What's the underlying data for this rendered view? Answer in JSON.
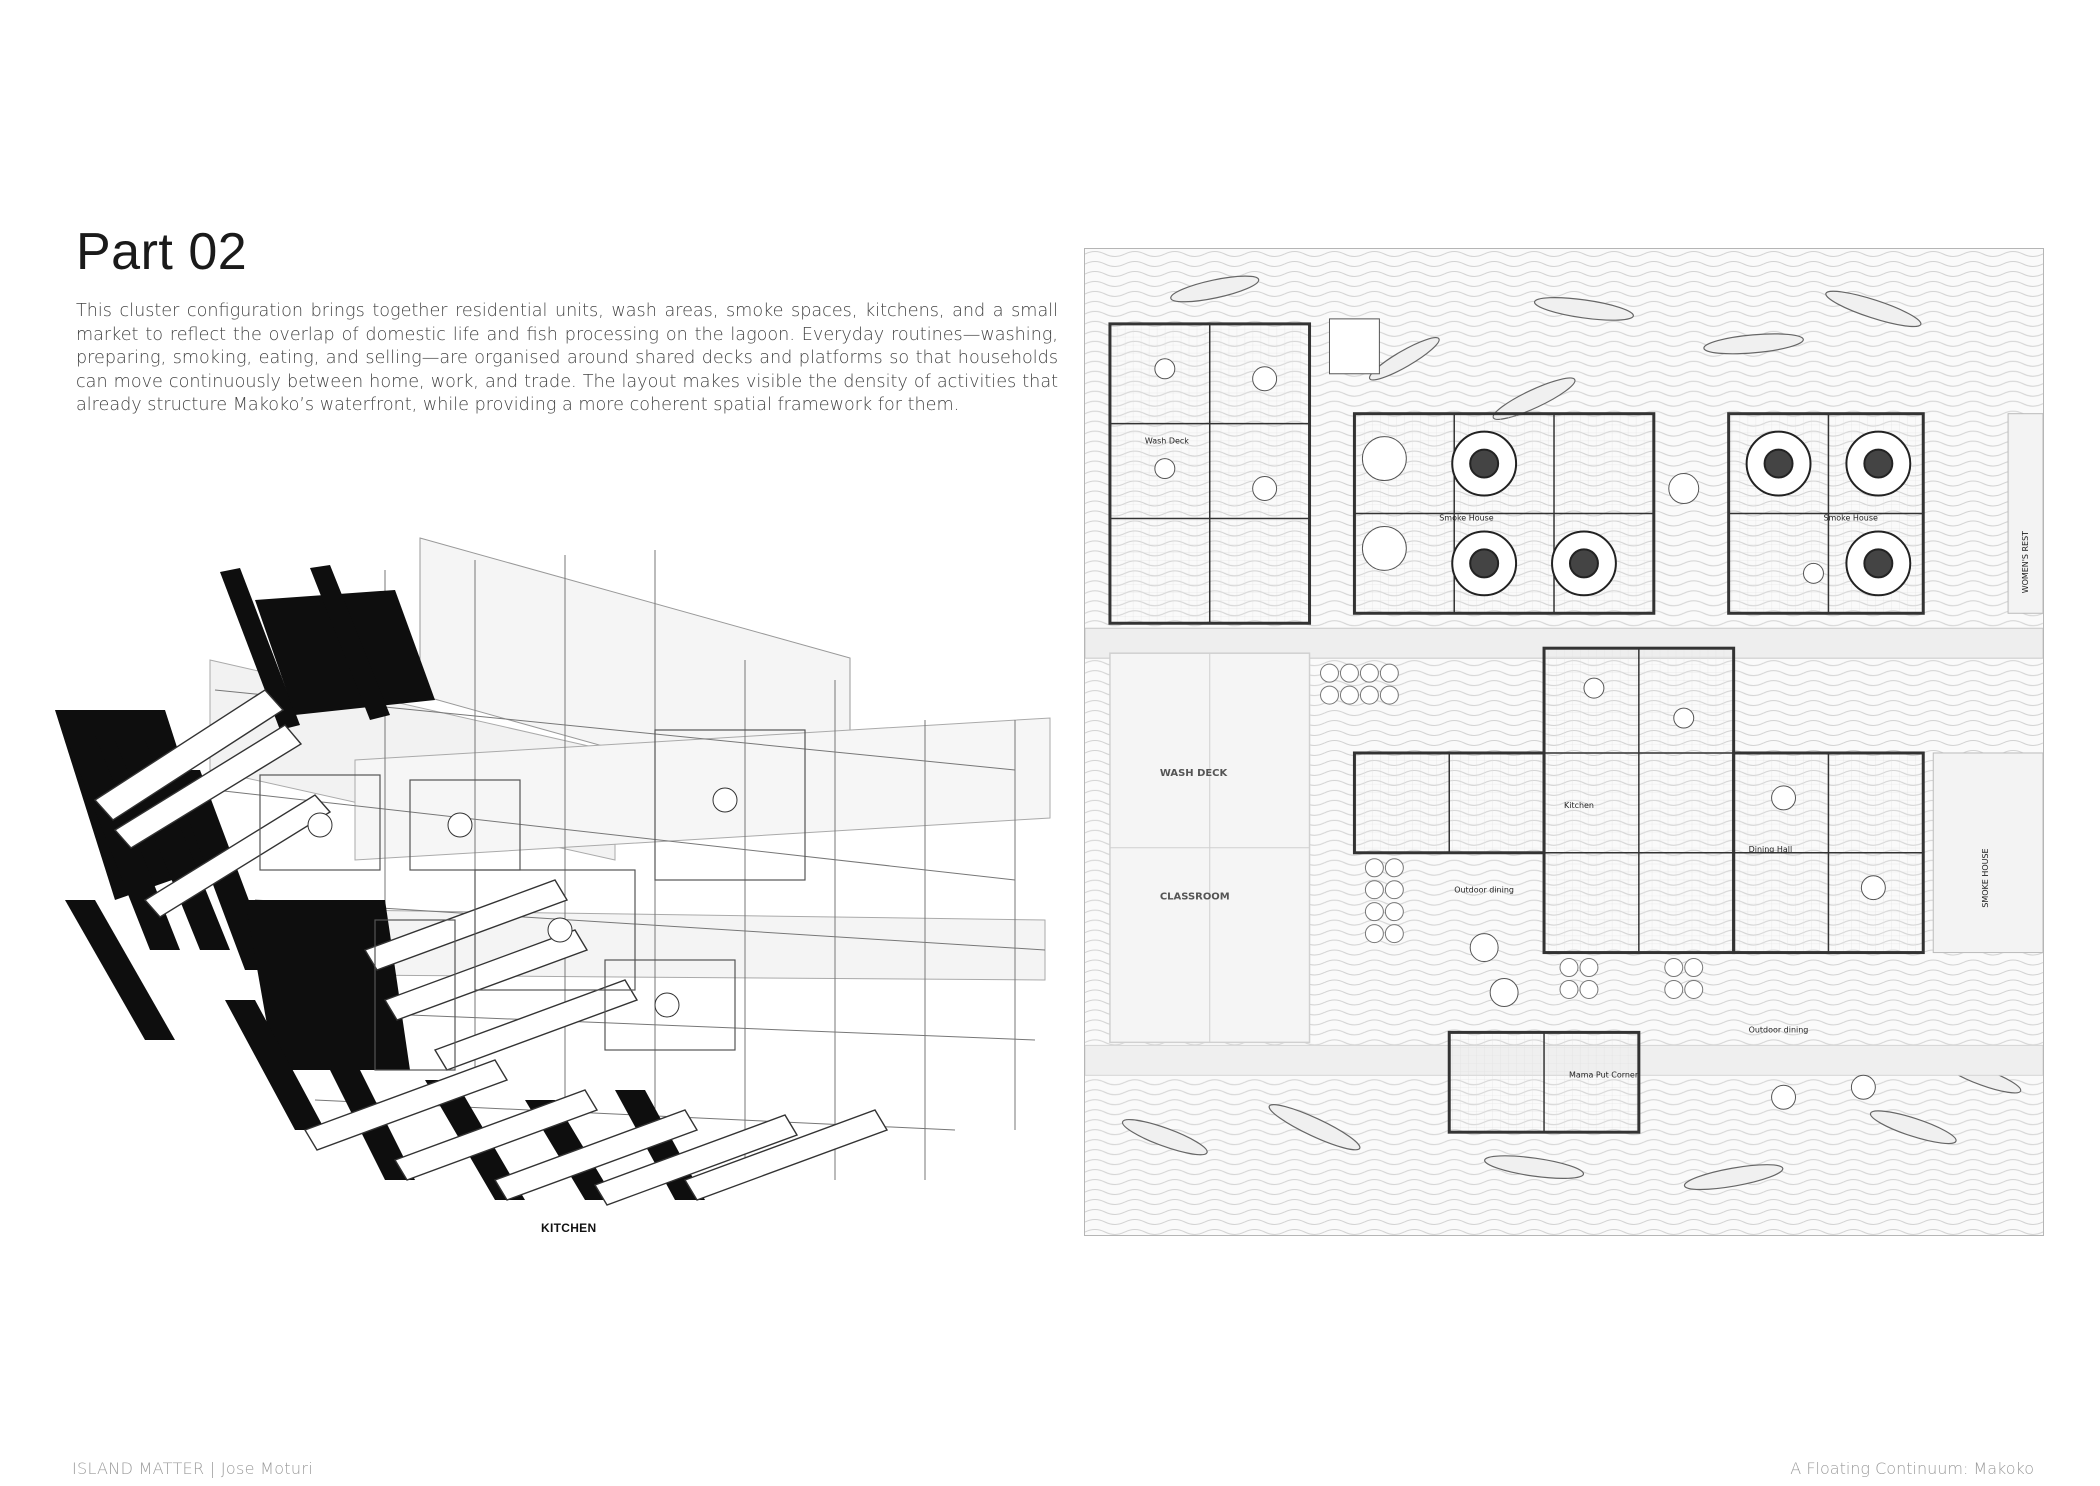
{
  "document": {
    "title": "Part 02",
    "intro": "This cluster configuration brings together residential units, wash areas, smoke spaces, kitchens, and a small market to reflect the overlap of domestic life and fish processing on the lagoon. Everyday routines—washing, preparing, smoking, eating, and selling—are organised around shared decks and platforms so that households can move continuously between home, work, and trade. The layout makes visible the density of activities that already structure Makoko’s waterfront, while providing a more coherent spatial framework for them."
  },
  "axonometric": {
    "caption": "KITCHEN"
  },
  "plan": {
    "labels": {
      "wash_deck_small": "Wash Deck",
      "smoke_house_1": "Smoke House",
      "smoke_house_2": "Smoke House",
      "womens_rest": "WOMEN'S REST",
      "wash_deck_big": "WASH DECK",
      "classroom": "CLASSROOM",
      "kitchen": "Kitchen",
      "dining_hall": "Dining Hall",
      "smoke_house_side": "SMOKE HOUSE",
      "outdoor_dining_1": "Outdoor dining",
      "outdoor_dining_2": "Outdoor dining",
      "mama_put_corner": "Mama Put Corner"
    }
  },
  "footer": {
    "left": "ISLAND MATTER |  Jose Moturi",
    "right": "A Floating Continuum: Makoko"
  }
}
